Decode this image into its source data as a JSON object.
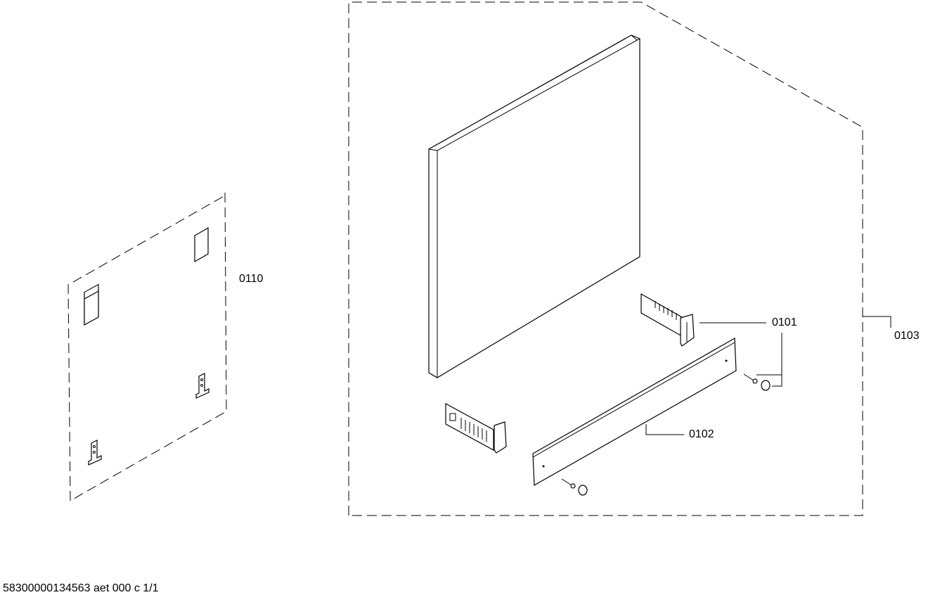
{
  "diagram": {
    "part_labels": {
      "p0110": "0110",
      "p0101": "0101",
      "p0102": "0102",
      "p0103": "0103"
    },
    "footer": "58300000134563 aet 000 c 1/1"
  }
}
